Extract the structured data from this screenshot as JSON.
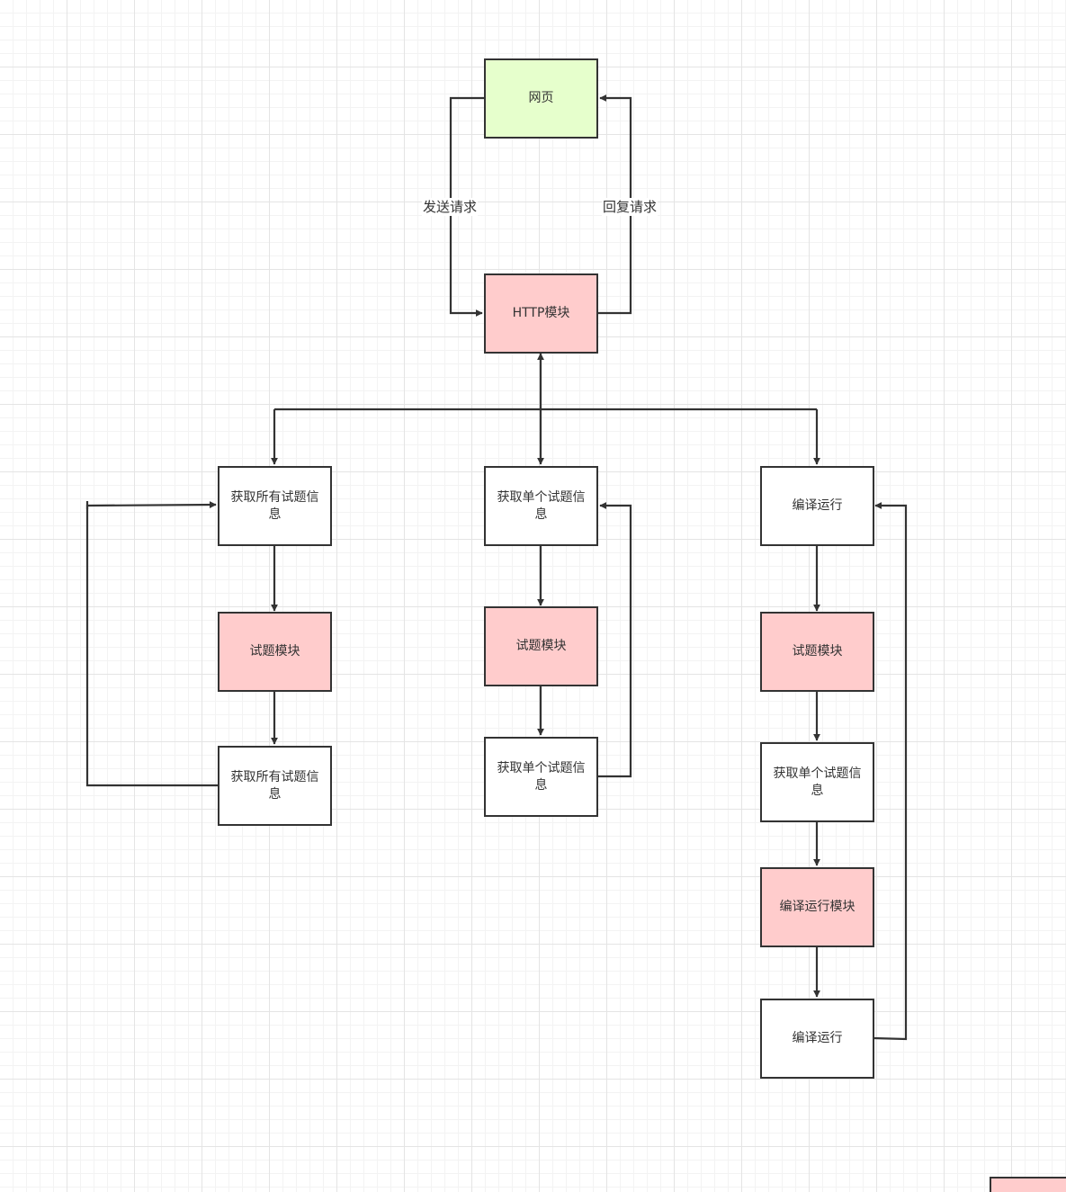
{
  "nodes": {
    "webpage": "网页",
    "http_module": "HTTP模块",
    "get_all_questions": "获取所有试题信息",
    "get_single_question": "获取单个试题信息",
    "compile_run": "编译运行",
    "question_module": "试题模块",
    "compile_run_module": "编译运行模块"
  },
  "edge_labels": {
    "send_request": "发送请求",
    "reply_request": "回复请求"
  },
  "colors": {
    "line": "#333333",
    "green_fill": "#e6ffcc",
    "pink_fill": "#ffcccc",
    "white_fill": "#ffffff"
  }
}
